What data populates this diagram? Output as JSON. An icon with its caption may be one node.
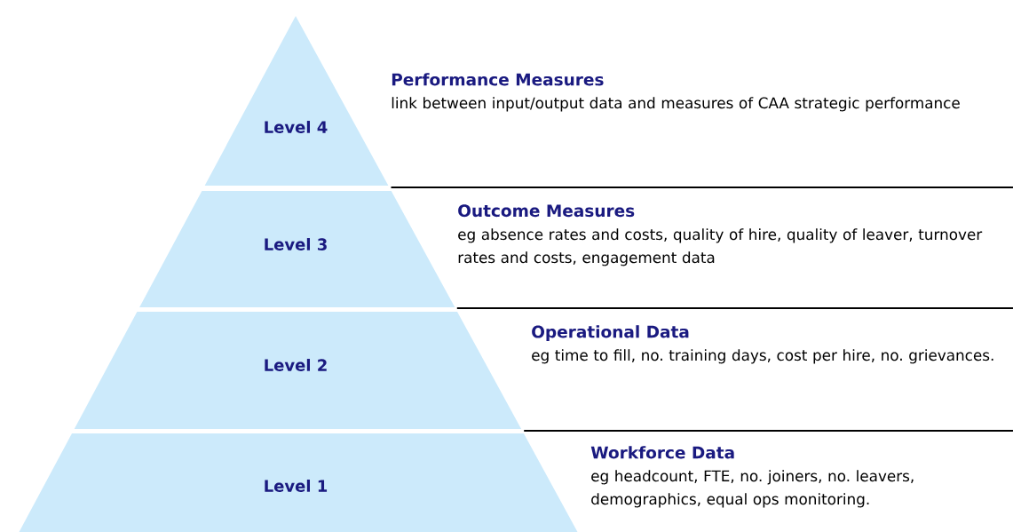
{
  "diagram": {
    "nodes": [
      {
        "text": [
          "Level 4"
        ],
        "beside": [
          "Performance Measures",
          "link between input/output data and measures of CAA strategic performance"
        ]
      },
      {
        "text": [
          "Level 3"
        ],
        "beside": [
          "Outcome Measures",
          "eg absence rates and costs, quality of hire, quality of leaver, turnover rates and costs, engagement data"
        ]
      },
      {
        "text": [
          "Level 2"
        ],
        "beside": [
          "Operational Data",
          "eg time to fill, no. training days, cost per hire, no. grievances."
        ]
      },
      {
        "text": [
          "Level 1"
        ],
        "beside": [
          "Workforce Data",
          "eg headcount, FTE, no. joiners, no. leavers, demographics, equal ops monitoring."
        ]
      }
    ]
  }
}
